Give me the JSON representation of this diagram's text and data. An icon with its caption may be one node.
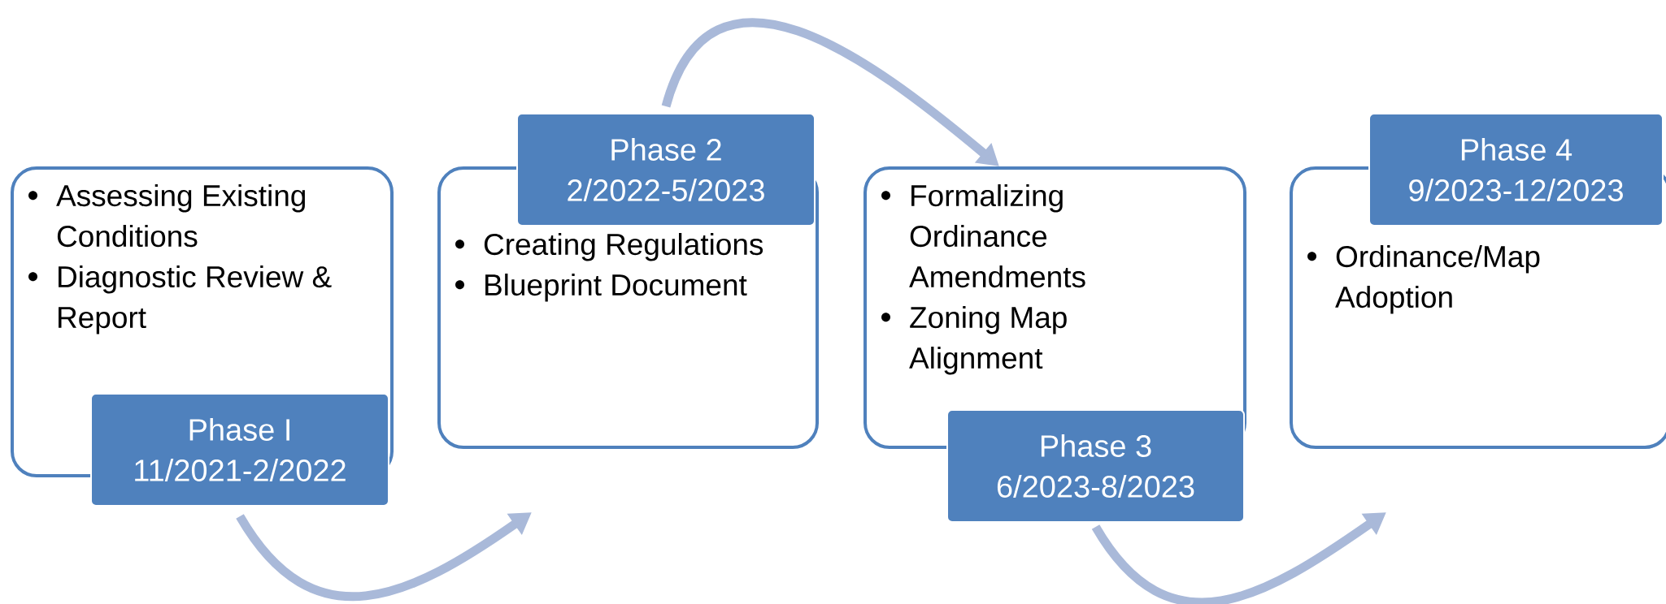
{
  "diagram": {
    "nodes": [
      {
        "text": [
          "Assessing Existing Conditions",
          "Diagnostic Review & Report"
        ]
      },
      {
        "text": [
          "Phase I",
          "11/2021-2/2022"
        ]
      },
      {
        "text": [
          "Creating Regulations",
          "Blueprint Document"
        ]
      },
      {
        "text": [
          "Phase 2",
          "2/2022-5/2023"
        ]
      },
      {
        "text": [
          "Formalizing Ordinance Amendments",
          "Zoning Map Alignment"
        ]
      },
      {
        "text": [
          "Phase 3",
          "6/2023-8/2023"
        ]
      },
      {
        "text": [
          "Ordinance/Map Adoption"
        ]
      },
      {
        "text": [
          "Phase 4",
          "9/2023-12/2023"
        ]
      }
    ],
    "edges": [
      {
        "from": 1,
        "to": 2,
        "arrow": "to"
      },
      {
        "from": 3,
        "to": 4,
        "arrow": "to"
      },
      {
        "from": 5,
        "to": 6,
        "arrow": "to"
      }
    ]
  }
}
